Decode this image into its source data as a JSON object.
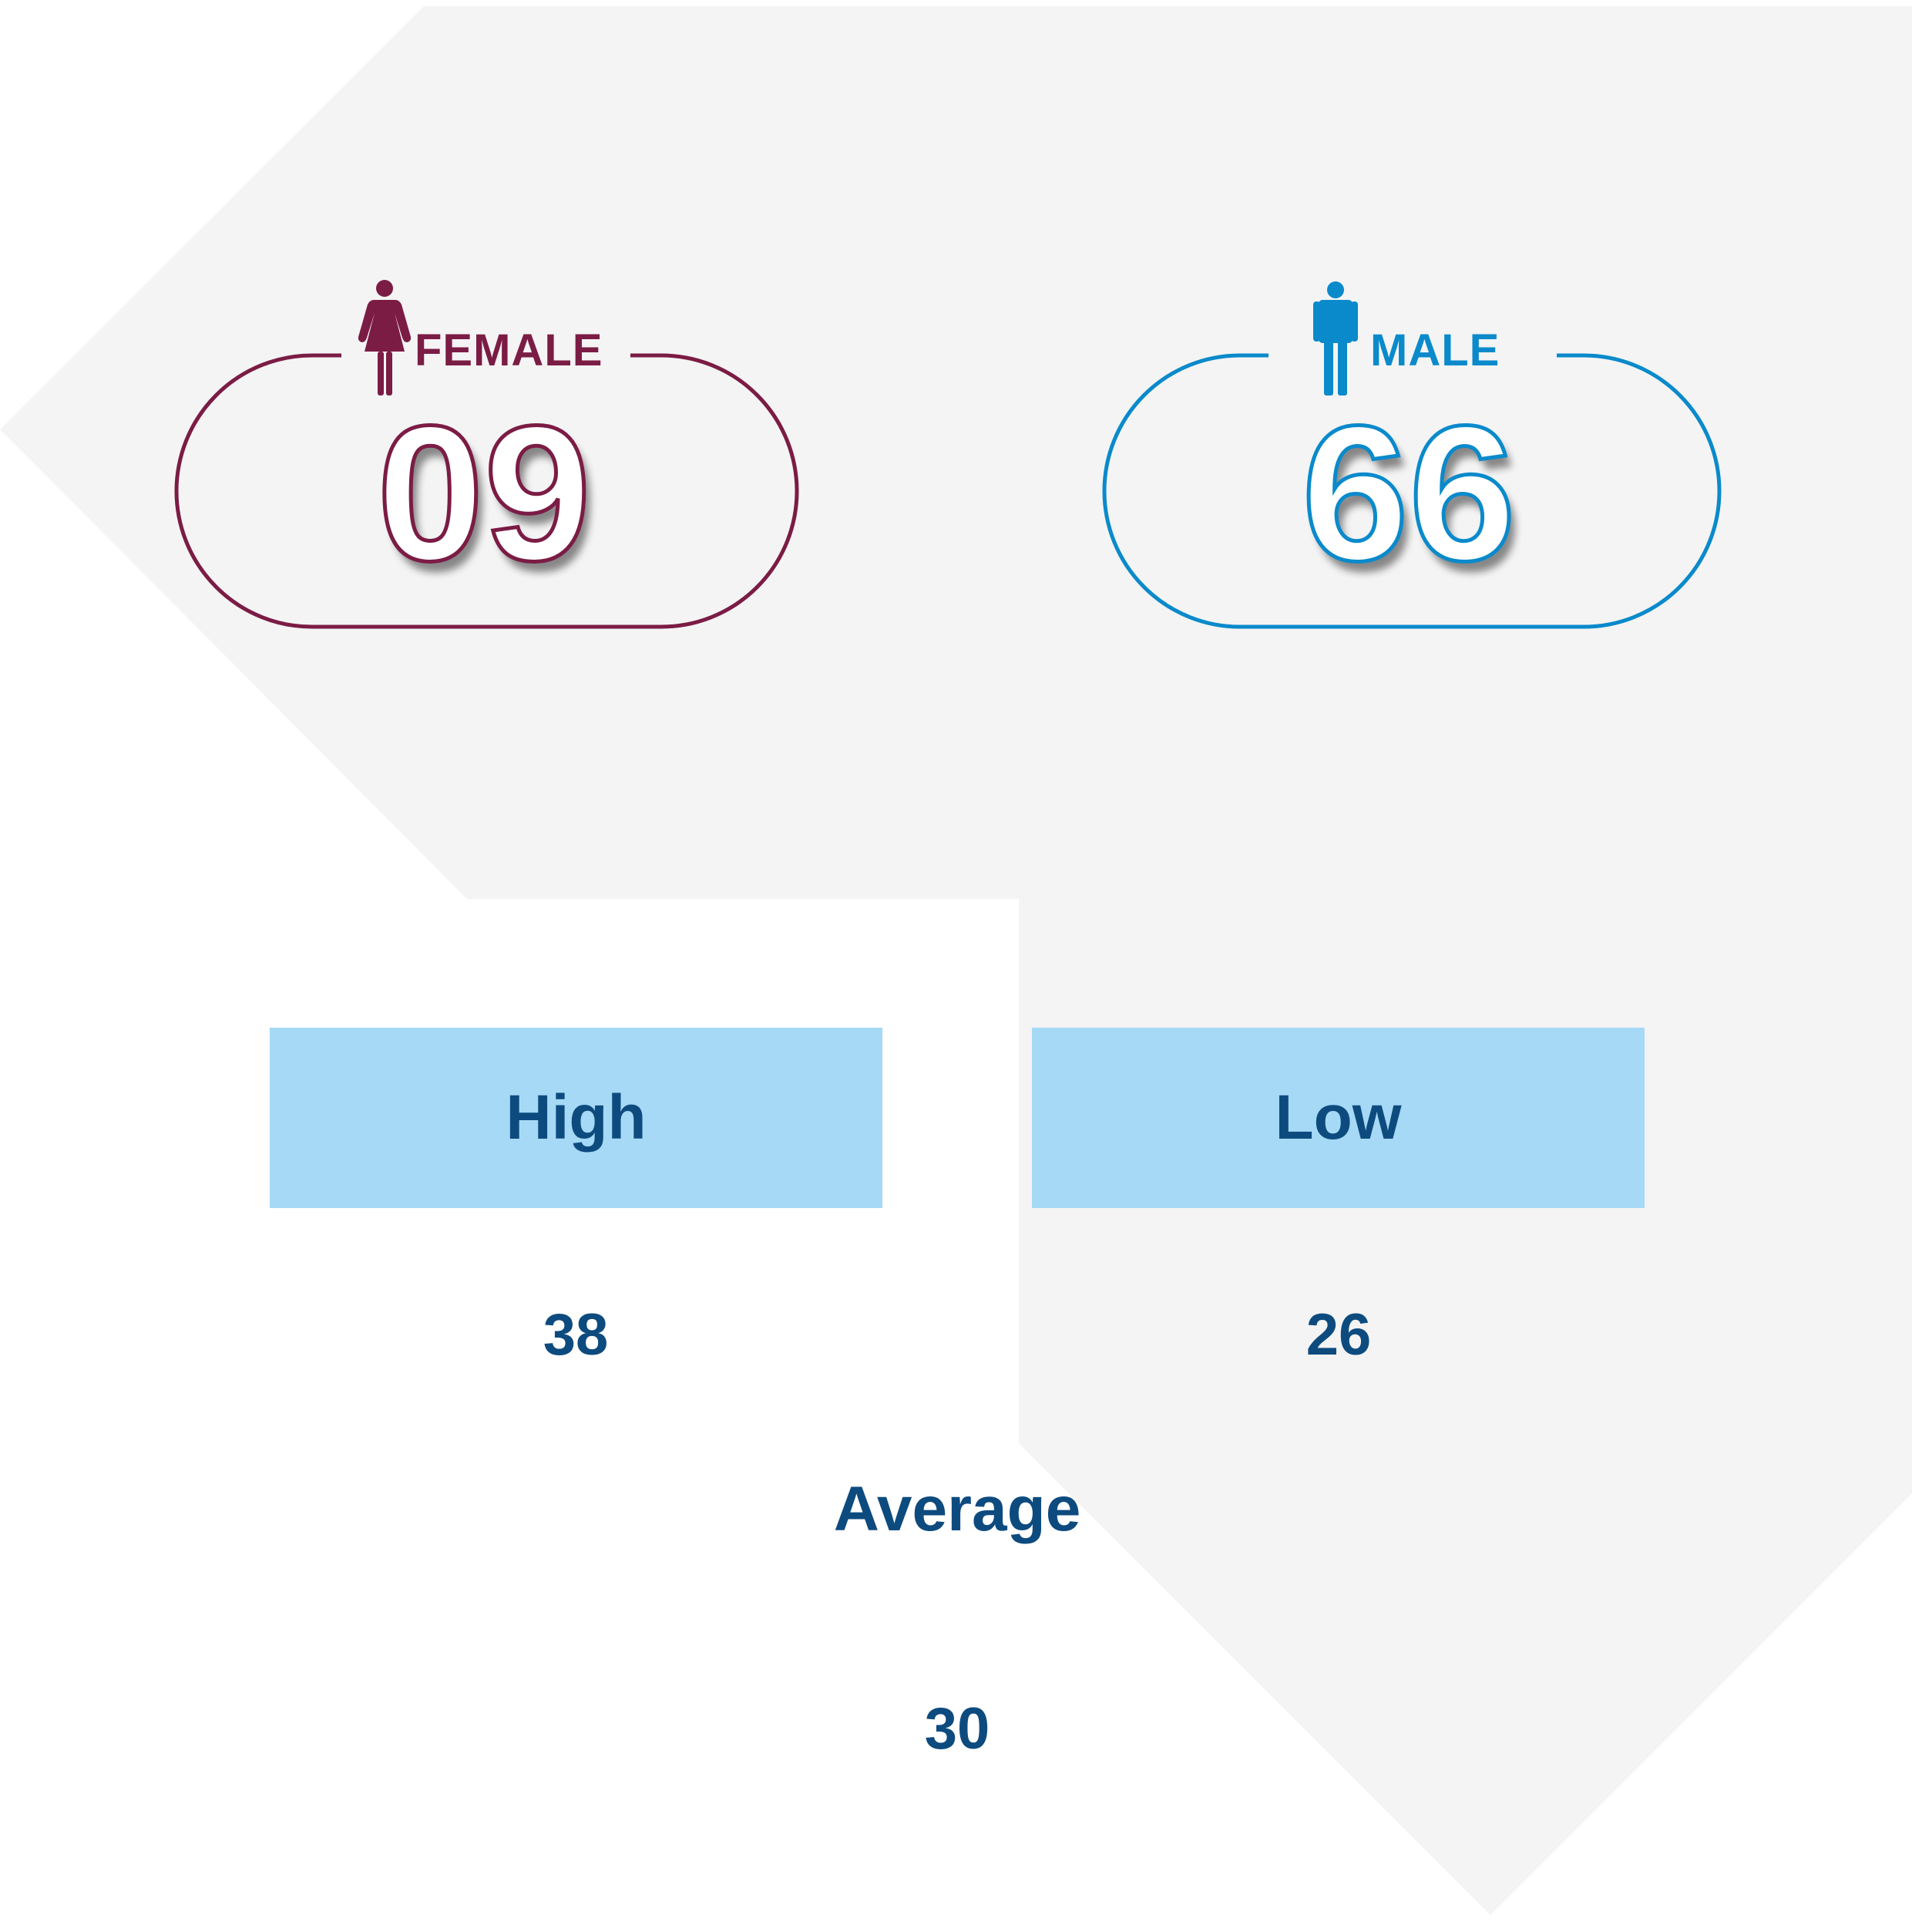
{
  "colors": {
    "female": "#7b1c45",
    "male": "#0a8acb",
    "box": "#a5d9f5",
    "text": "#0d4b7f",
    "background_shape": "#f4f4f4"
  },
  "female": {
    "label": "FEMALE",
    "count": "09",
    "icon": "female-person-icon"
  },
  "male": {
    "label": "MALE",
    "count": "66",
    "icon": "male-person-icon"
  },
  "levels": {
    "high": {
      "label": "High",
      "value": "38"
    },
    "low": {
      "label": "Low",
      "value": "26"
    },
    "average": {
      "label": "Average",
      "value": "30"
    }
  }
}
